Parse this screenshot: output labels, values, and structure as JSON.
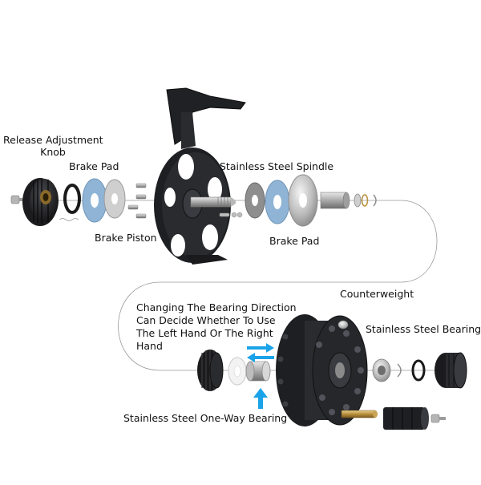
{
  "labels": {
    "release_knob_line1": "Release Adjustment",
    "release_knob_line2": "Knob",
    "brake_pad_top": "Brake Pad",
    "brake_piston": "Brake Piston",
    "spindle": "Stainless Steel Spindle",
    "brake_pad_right": "Brake Pad",
    "counterweight": "Counterweight",
    "bearing_note_line1": "Changing The Bearing Direction",
    "bearing_note_line2": "Can Decide Whether To Use",
    "bearing_note_line3": "The Left Hand Or The Right",
    "bearing_note_line4": "Hand",
    "steel_bearing": "Stainless Steel Bearing",
    "one_way_bearing": "Stainless Steel One-Way Bearing"
  },
  "colors": {
    "brake_pad_blue": "#8fb4d6",
    "arrow_cyan": "#1aa3e8",
    "reel_black": "#1e1f22"
  },
  "icons": {
    "direction_swap": "double-arrow-left-right-icon",
    "direction_up": "arrow-up-icon"
  }
}
